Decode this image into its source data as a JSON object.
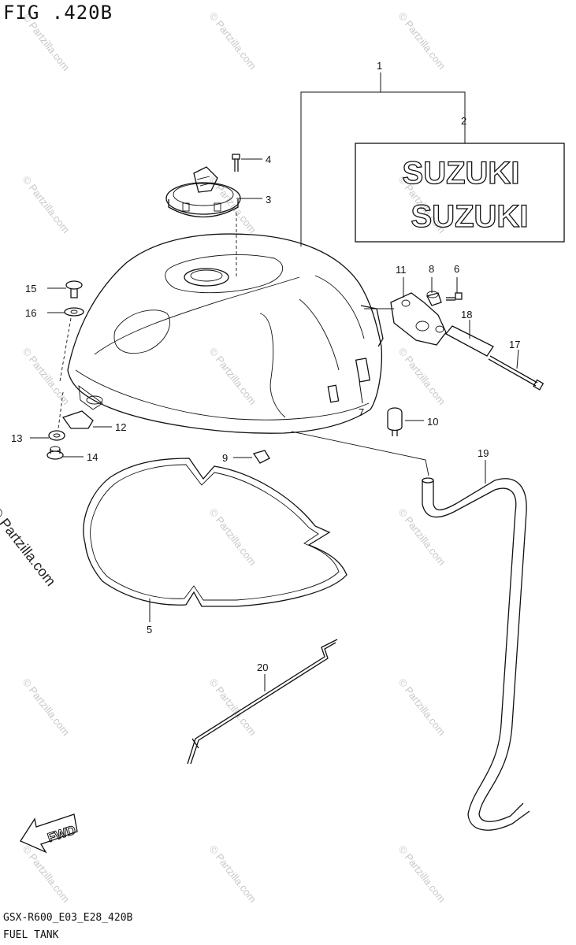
{
  "figure": {
    "title": "FIG .420B",
    "model_code": "GSX-R600_E03_E28_420B",
    "section_name": "FUEL TANK"
  },
  "decal_text": [
    "SUZUKI",
    "SUZUKI"
  ],
  "fwd_label": "FWD",
  "watermark": "© Partzilla.com",
  "callouts": [
    {
      "id": "1",
      "label": "1"
    },
    {
      "id": "2",
      "label": "2"
    },
    {
      "id": "3",
      "label": "3"
    },
    {
      "id": "4",
      "label": "4"
    },
    {
      "id": "5",
      "label": "5"
    },
    {
      "id": "6",
      "label": "6"
    },
    {
      "id": "7",
      "label": "7"
    },
    {
      "id": "8",
      "label": "8"
    },
    {
      "id": "9",
      "label": "9"
    },
    {
      "id": "10",
      "label": "10"
    },
    {
      "id": "11",
      "label": "11"
    },
    {
      "id": "12",
      "label": "12"
    },
    {
      "id": "13",
      "label": "13"
    },
    {
      "id": "14",
      "label": "14"
    },
    {
      "id": "15",
      "label": "15"
    },
    {
      "id": "16",
      "label": "16"
    },
    {
      "id": "17",
      "label": "17"
    },
    {
      "id": "18",
      "label": "18"
    },
    {
      "id": "19",
      "label": "19"
    },
    {
      "id": "20",
      "label": "20"
    }
  ]
}
